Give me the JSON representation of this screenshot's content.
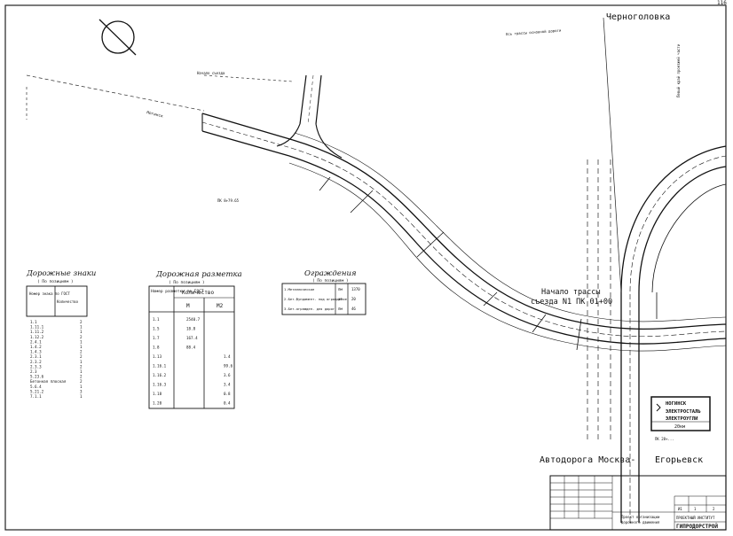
{
  "page_number": "116",
  "place_names": {
    "chernogolovka": "Черноголовка",
    "trail_start_1": "Начало трассы",
    "trail_start_2": "съезда N1 ПК 01+00",
    "highway": "Автодорога Москва-",
    "highway_end": "Егорьевск"
  },
  "road_sign": {
    "line1": "НОГИНСК",
    "line2": "ЭЛЕКТРОСТАЛЬ",
    "line3": "ЭЛЕКТРОУГЛИ",
    "line4": "20км"
  },
  "signs_table": {
    "title": "Дорожные знаки",
    "subtitle": "( По позициям )",
    "col_number": "Номер знака по ГОСТ",
    "col_count": "Количество",
    "rows": [
      [
        "1.1",
        "2"
      ],
      [
        "1.11.1",
        "1"
      ],
      [
        "1.11.2",
        "1"
      ],
      [
        "1.12.2",
        "2"
      ],
      [
        "2.4.1",
        "1"
      ],
      [
        "1.4.2",
        "1"
      ],
      [
        "1.4.3",
        "2"
      ],
      [
        "2.3.1",
        "2"
      ],
      [
        "2.3.2",
        "1"
      ],
      [
        "2.3.3",
        "2"
      ],
      [
        "2.3",
        "1"
      ],
      [
        "5.23.6",
        "2"
      ],
      [
        "Бетонная плоская",
        "2"
      ],
      [
        "5.6.4",
        "1"
      ],
      [
        "5.21.2",
        "3"
      ],
      [
        "7.1.1",
        "1"
      ]
    ]
  },
  "marking_table": {
    "title": "Дорожная разметка",
    "subtitle": "( По позициям )",
    "col_number": "Номер разметки по ГОСТ",
    "col_quantity": "Количество",
    "col_m": "М",
    "col_m2": "М2",
    "rows": [
      [
        "1.1",
        "2540.7",
        ""
      ],
      [
        "1.5",
        "18.8",
        ""
      ],
      [
        "1.7",
        "167.4",
        ""
      ],
      [
        "1.8",
        "88.4",
        ""
      ],
      [
        "1.13",
        "",
        "1.4"
      ],
      [
        "1.16.1",
        "",
        "99.6"
      ],
      [
        "1.16.2",
        "",
        "3.6"
      ],
      [
        "1.16.3",
        "",
        "3.4"
      ],
      [
        "1.18",
        "",
        "0.8"
      ],
      [
        "1.20",
        "",
        "0.4"
      ]
    ]
  },
  "barriers_table": {
    "title": "Ограждения",
    "subtitle": "( По позициям )",
    "rows": [
      [
        "1.Металлическое",
        "пм",
        "1370"
      ],
      [
        "2.Бет.фундамент. под ограждение",
        "шт",
        "20"
      ],
      [
        "3.Бет.огражден. для дорог",
        "пм",
        "46"
      ]
    ]
  },
  "title_block": {
    "scale_values": [
      "И1",
      "1",
      "2"
    ],
    "org_line1": "Проект организации",
    "org_line2": "дорожного движения",
    "stamp_line1": "ПРОЕКТНЫЙ ИНСТИТУТ",
    "stamp_line2": "ГИПРОДОРСТРОЙ"
  },
  "annotations": {
    "direction": "Ногинск",
    "start_label": "Начало съезда",
    "road_edge": "Ось трассы основной дороги",
    "side_note": "Левый край проезжей части",
    "pk_note": "ПК 8+79.65",
    "pk_end": "ПК 28+..."
  }
}
